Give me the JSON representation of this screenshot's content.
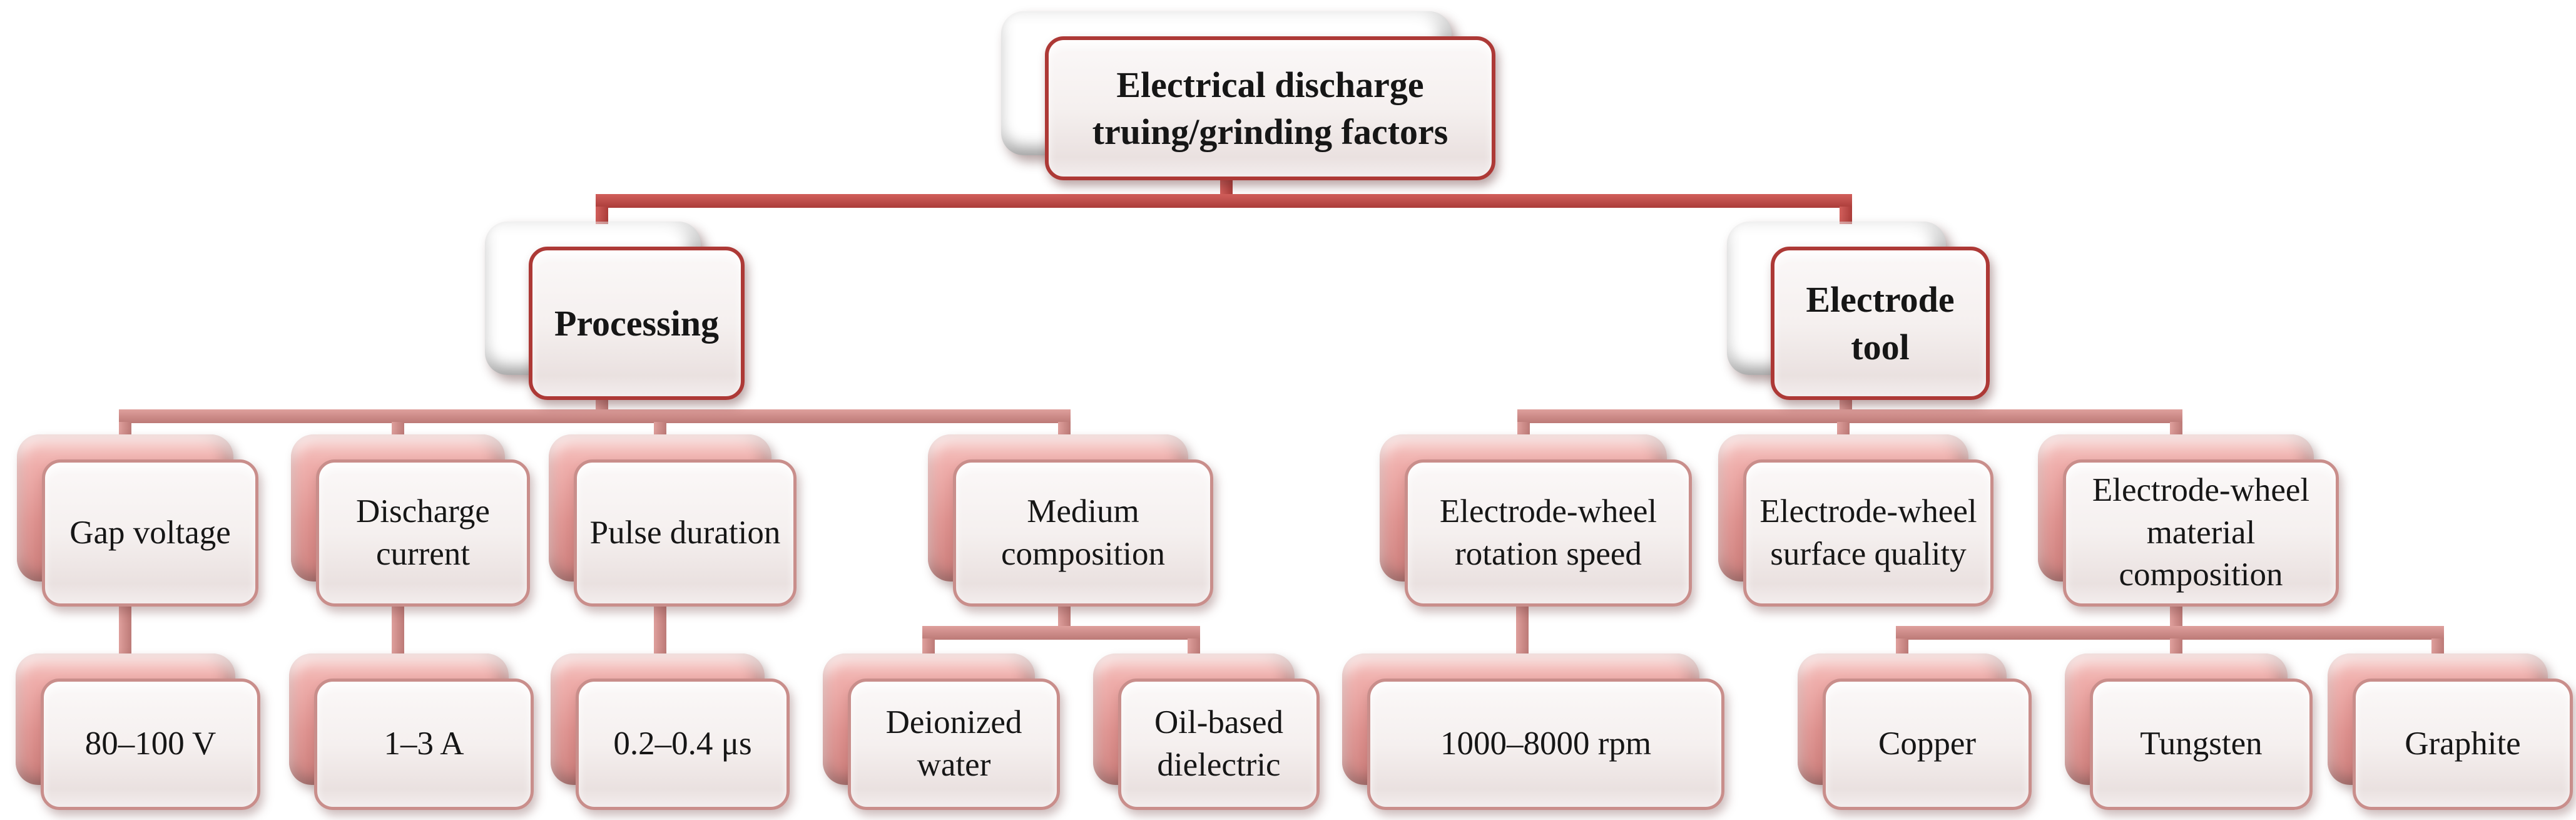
{
  "nodes": {
    "root": {
      "label": "Electrical discharge truing/grinding factors"
    },
    "processing": {
      "label": "Processing"
    },
    "electrode_tool": {
      "label": "Electrode tool"
    },
    "gap_voltage": {
      "label": "Gap voltage"
    },
    "discharge_current": {
      "label": "Discharge current"
    },
    "pulse_duration": {
      "label": "Pulse duration"
    },
    "medium_composition": {
      "label": "Medium composition"
    },
    "wheel_rotation_speed": {
      "label": "Electrode-wheel rotation speed"
    },
    "wheel_surface_quality": {
      "label": "Electrode-wheel surface quality"
    },
    "wheel_material_composition": {
      "label": "Electrode-wheel material composition"
    },
    "gap_voltage_range": {
      "label": "80–100 V"
    },
    "discharge_current_range": {
      "label": "1–3 A"
    },
    "pulse_duration_range": {
      "label": "0.2–0.4 μs"
    },
    "deionized_water": {
      "label": "Deionized water"
    },
    "oil_based_dielectric": {
      "label": "Oil-based dielectric"
    },
    "rotation_speed_range": {
      "label": "1000–8000 rpm"
    },
    "copper": {
      "label": "Copper"
    },
    "tungsten": {
      "label": "Tungsten"
    },
    "graphite": {
      "label": "Graphite"
    }
  },
  "edges": [
    {
      "from": "root",
      "to": [
        "processing",
        "electrode_tool"
      ]
    },
    {
      "from": "processing",
      "to": [
        "gap_voltage",
        "discharge_current",
        "pulse_duration",
        "medium_composition"
      ]
    },
    {
      "from": "electrode_tool",
      "to": [
        "wheel_rotation_speed",
        "wheel_surface_quality",
        "wheel_material_composition"
      ]
    },
    {
      "from": "gap_voltage",
      "to": [
        "gap_voltage_range"
      ]
    },
    {
      "from": "discharge_current",
      "to": [
        "discharge_current_range"
      ]
    },
    {
      "from": "pulse_duration",
      "to": [
        "pulse_duration_range"
      ]
    },
    {
      "from": "medium_composition",
      "to": [
        "deionized_water",
        "oil_based_dielectric"
      ]
    },
    {
      "from": "wheel_rotation_speed",
      "to": [
        "rotation_speed_range"
      ]
    },
    {
      "from": "wheel_material_composition",
      "to": [
        "copper",
        "tungsten",
        "graphite"
      ]
    }
  ],
  "colors": {
    "level12_back_red": "#c23e3a",
    "level12_border": "#ad3936",
    "level34_back_pink": "#de918e",
    "level34_border": "#c98e8b",
    "front_fill": "#f5f0ef",
    "connector_red": "#c0504d",
    "connector_rose": "#cf8e8b",
    "text": "#161616",
    "background": "#ffffff"
  }
}
